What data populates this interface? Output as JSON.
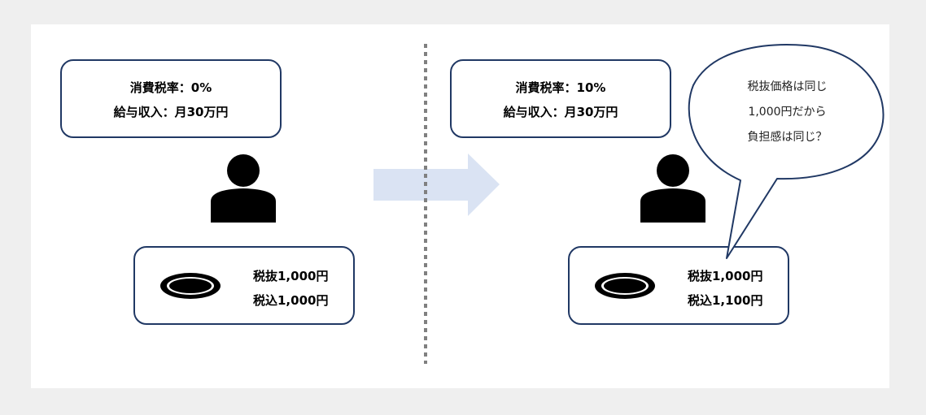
{
  "left_panel": {
    "info_lines": [
      "消費税率：0%",
      "給与収入：月30万円"
    ],
    "price_lines": [
      "税抜1,000円",
      "税込1,000円"
    ]
  },
  "right_panel": {
    "info_lines": [
      "消費税率：10%",
      "給与収入：月30万円"
    ],
    "price_lines": [
      "税抜1,000円",
      "税込1,100円"
    ],
    "speech_bubble": [
      "税抜価格は同じ",
      "1,000円だから",
      "負担感は同じ？"
    ]
  },
  "colors": {
    "box_border": "#203864",
    "arrow_fill": "#dae3f3",
    "divider": "#808080",
    "background": "#efefef"
  }
}
